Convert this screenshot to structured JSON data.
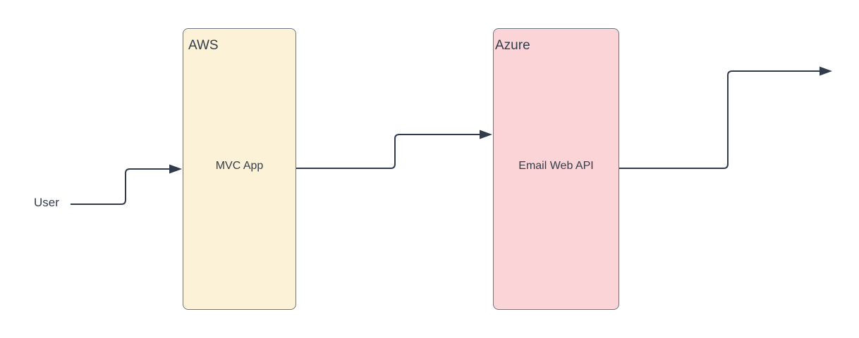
{
  "diagram": {
    "type": "flowchart",
    "containers": [
      {
        "label": "AWS",
        "node_label": "MVC App",
        "fill": "#FCF2D8"
      },
      {
        "label": "Azure",
        "node_label": "Email Web API",
        "fill": "#FBD4D8"
      }
    ],
    "user": {
      "label": "User"
    },
    "connectors": [
      {
        "from": "User",
        "to": "MVC App"
      },
      {
        "from": "MVC App",
        "to": "Email Web API"
      },
      {
        "from": "Email Web API",
        "to": "off-canvas-right"
      }
    ],
    "colors": {
      "background": "#FFFFFF",
      "connector": "#313B4B",
      "box_border": "#6E7480",
      "text": "#333D4A",
      "aws_fill": "#FCF2D8",
      "azure_fill": "#FBD4D8"
    }
  }
}
